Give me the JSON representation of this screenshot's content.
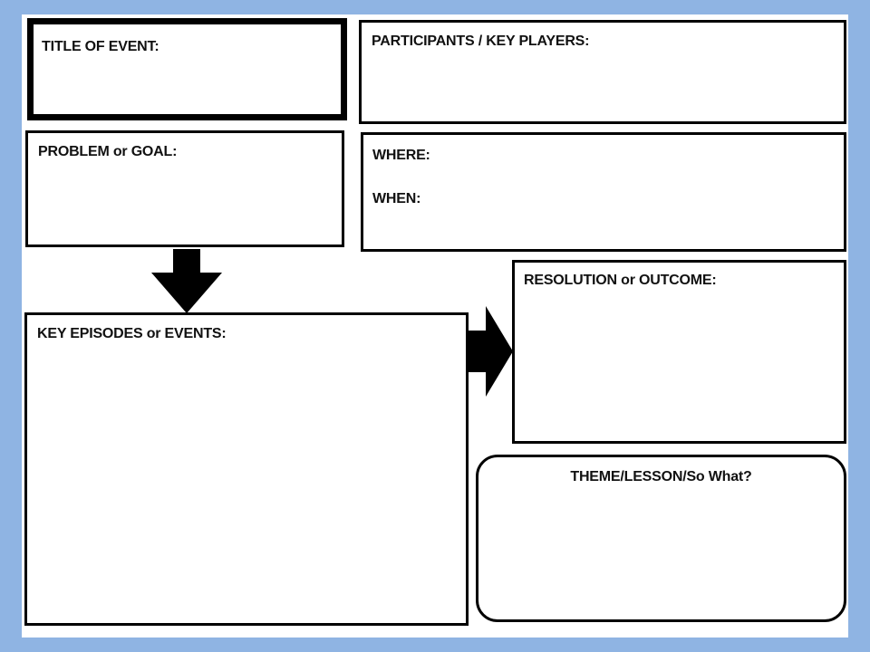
{
  "organizer": {
    "title_of_event": "TITLE OF EVENT:",
    "participants": "PARTICIPANTS / KEY PLAYERS:",
    "problem_goal": "PROBLEM or GOAL:",
    "where": "WHERE:",
    "when": "WHEN:",
    "key_episodes": "KEY EPISODES or EVENTS:",
    "resolution": "RESOLUTION or OUTCOME:",
    "theme": "THEME/LESSON/So What?"
  },
  "colors": {
    "frame_background": "#8fb4e3",
    "sheet": "#ffffff",
    "ink": "#000000"
  },
  "icons": [
    "arrow-down-icon",
    "arrow-right-icon"
  ]
}
